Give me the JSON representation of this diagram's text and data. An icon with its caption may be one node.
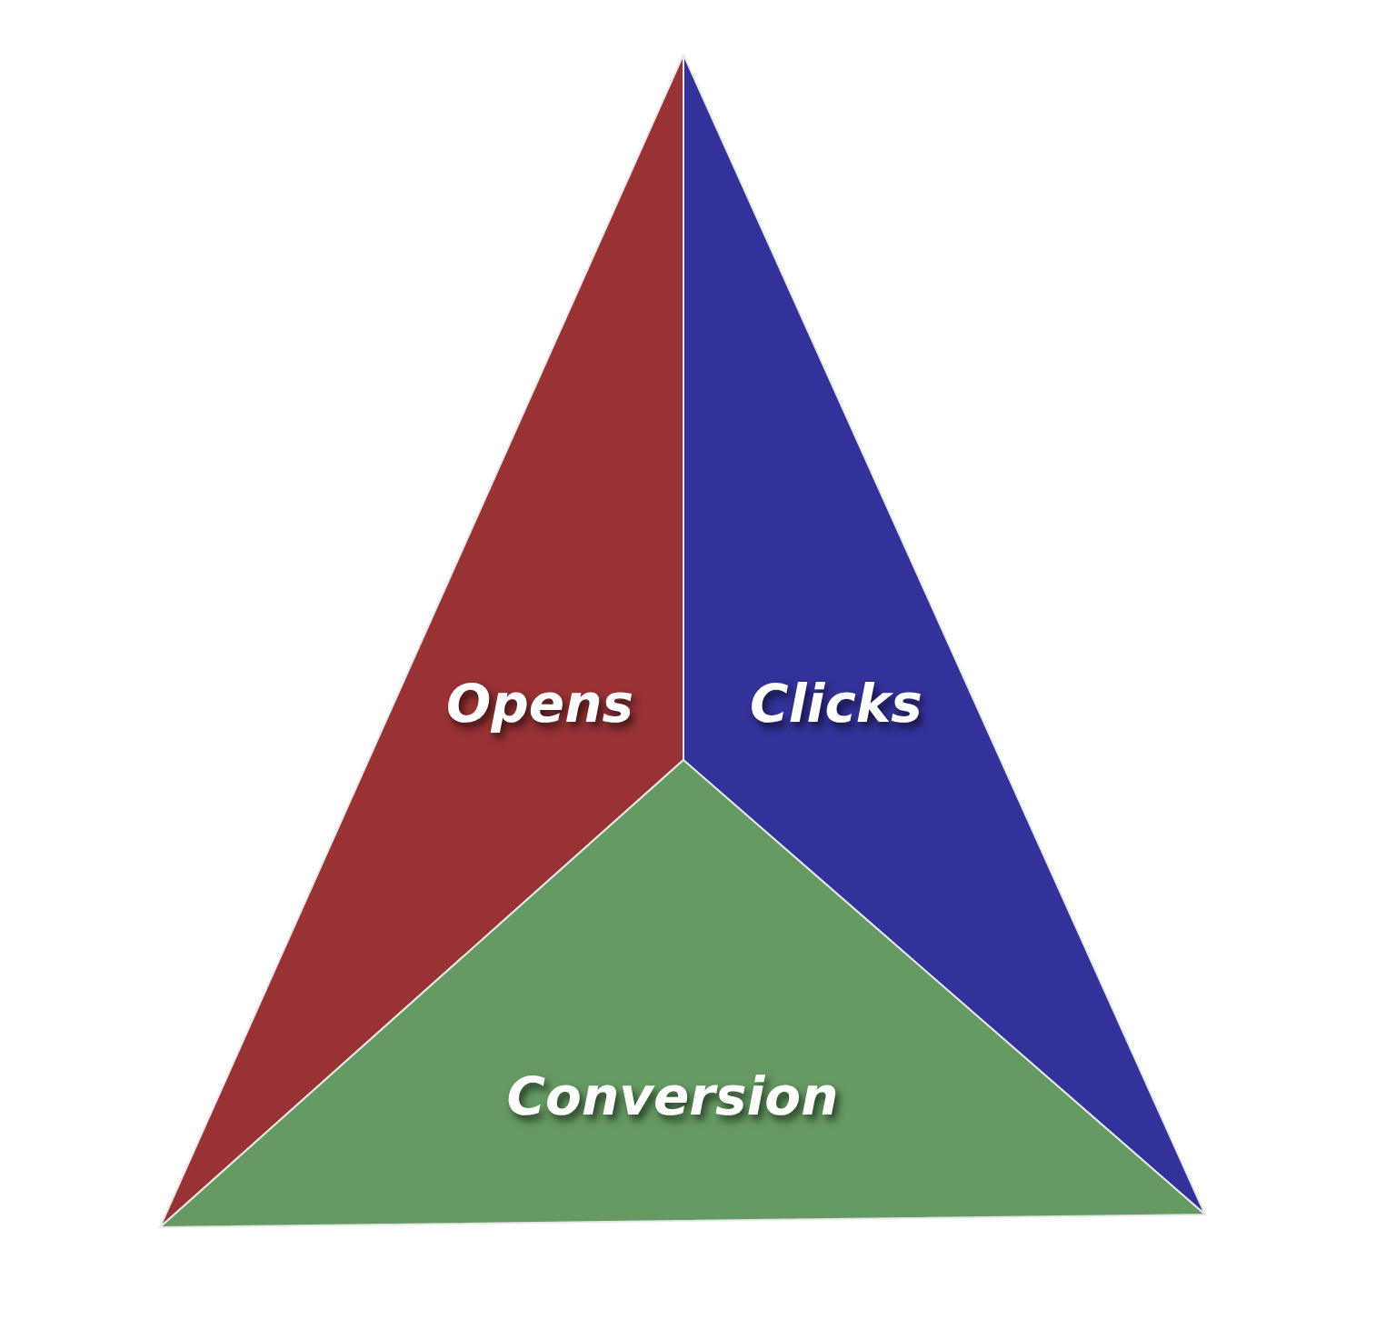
{
  "diagram": {
    "nodes": [
      {
        "text": [
          "Opens"
        ]
      },
      {
        "text": [
          "Clicks"
        ]
      },
      {
        "text": [
          "Conversion"
        ]
      }
    ]
  }
}
